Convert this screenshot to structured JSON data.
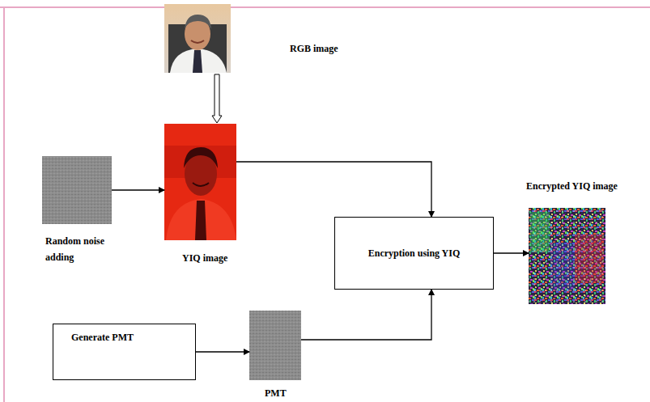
{
  "diagram": {
    "nodes": [
      {
        "text": [
          "RGB image"
        ]
      },
      {
        "text": [
          "Random noise adding"
        ]
      },
      {
        "text": [
          "YIQ image"
        ]
      },
      {
        "text": [
          "Encryption using YIQ"
        ]
      },
      {
        "text": [
          "Encrypted YIQ image"
        ]
      },
      {
        "text": [
          "Generate PMT"
        ]
      },
      {
        "text": [
          "PMT"
        ]
      }
    ],
    "edges": [
      {
        "from": 0,
        "to": 2,
        "arrow": "to"
      },
      {
        "from": 1,
        "to": 2,
        "arrow": "to"
      },
      {
        "from": 2,
        "to": 3,
        "arrow": "to"
      },
      {
        "from": 3,
        "to": 4,
        "arrow": "to"
      },
      {
        "from": 5,
        "to": 6,
        "arrow": "to"
      },
      {
        "from": 6,
        "to": 3,
        "arrow": "to"
      }
    ]
  }
}
